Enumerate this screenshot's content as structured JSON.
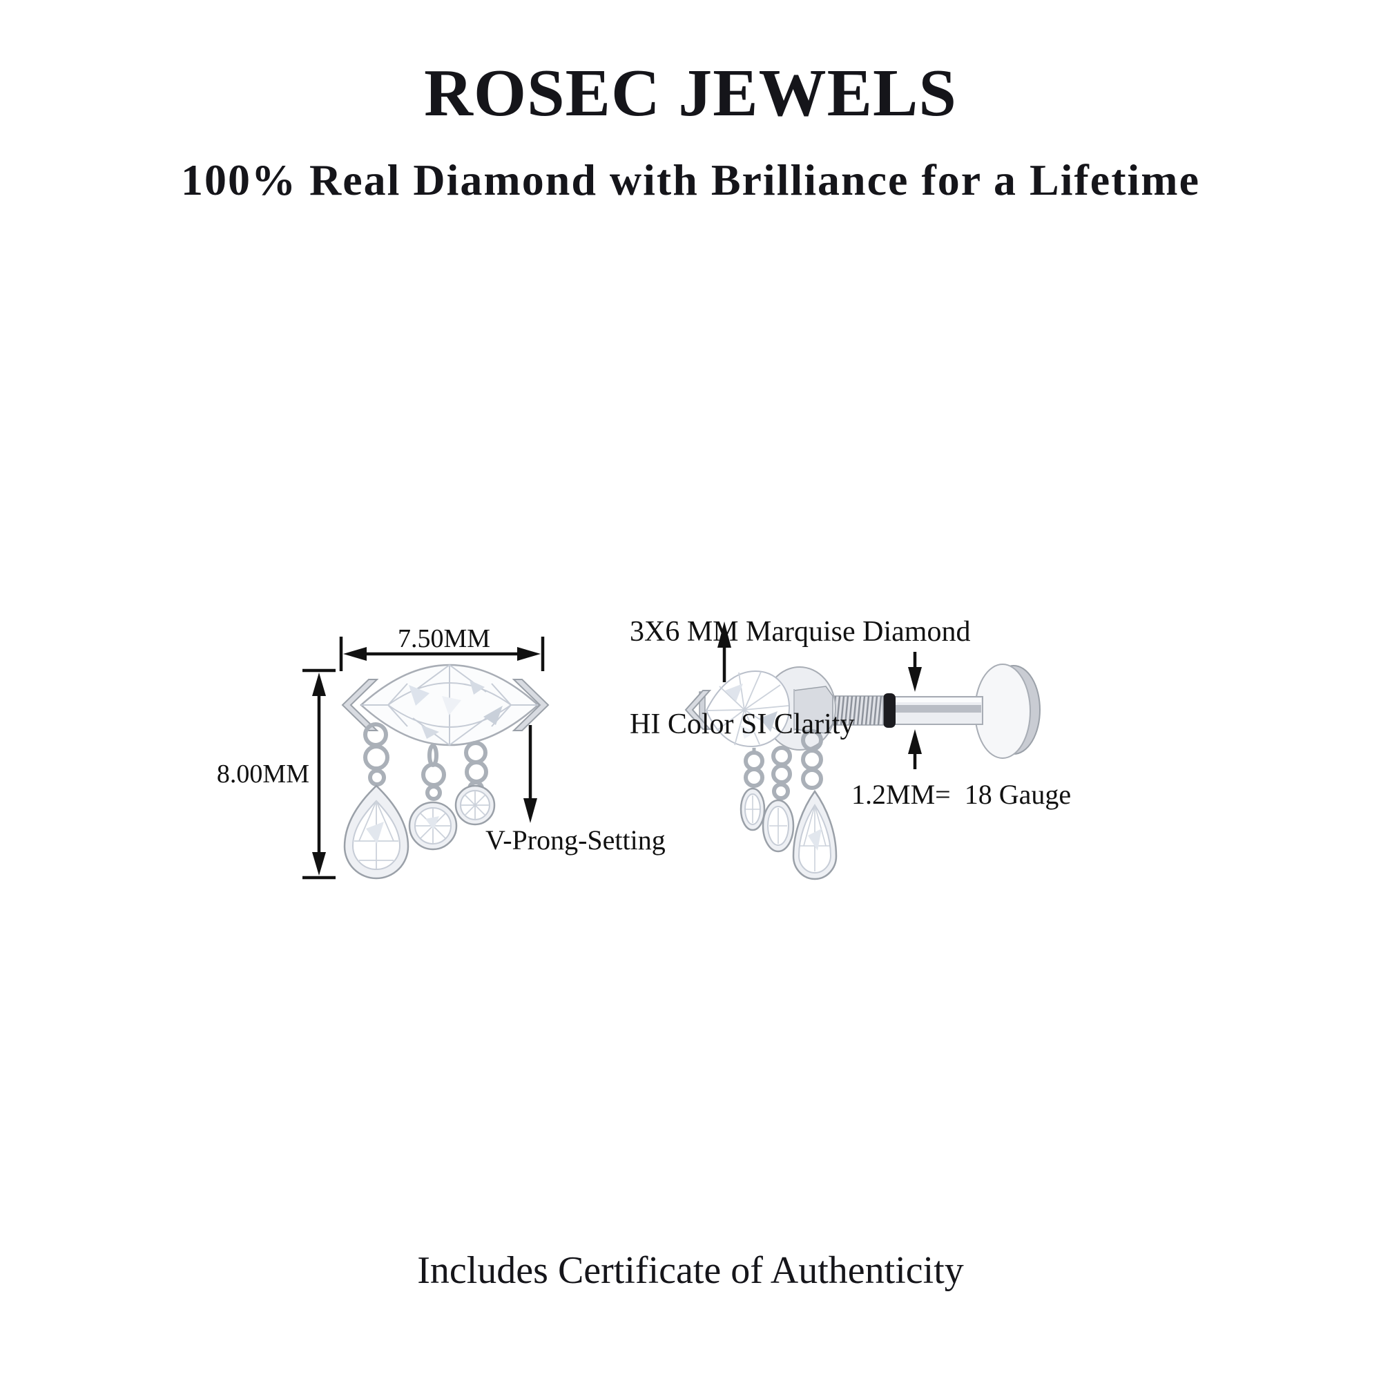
{
  "page": {
    "background": "#ffffff",
    "text_color": "#15151a"
  },
  "header": {
    "brand": "ROSEC JEWELS",
    "tagline": "100% Real Diamond with Brilliance for a Lifetime"
  },
  "front_view": {
    "width_label": "7.50MM",
    "height_label": "8.00MM",
    "setting_label": "V-Prong-Setting"
  },
  "side_view": {
    "stone_label_line1": "3X6 MM Marquise Diamond",
    "stone_label_line2": "HI Color SI Clarity",
    "gauge_label": "1.2MM=  18 Gauge"
  },
  "footer": {
    "certificate_note": "Includes Certificate of Authenticity"
  },
  "colors": {
    "annotation": "#111111",
    "metal_outline": "#9aa0a8",
    "metal_light": "#f2f3f6",
    "metal_mid": "#d8dbe1",
    "metal_dark": "#c2c6cd",
    "diamond_facet": "#c6ccd6",
    "o_ring": "#1c1c20"
  }
}
